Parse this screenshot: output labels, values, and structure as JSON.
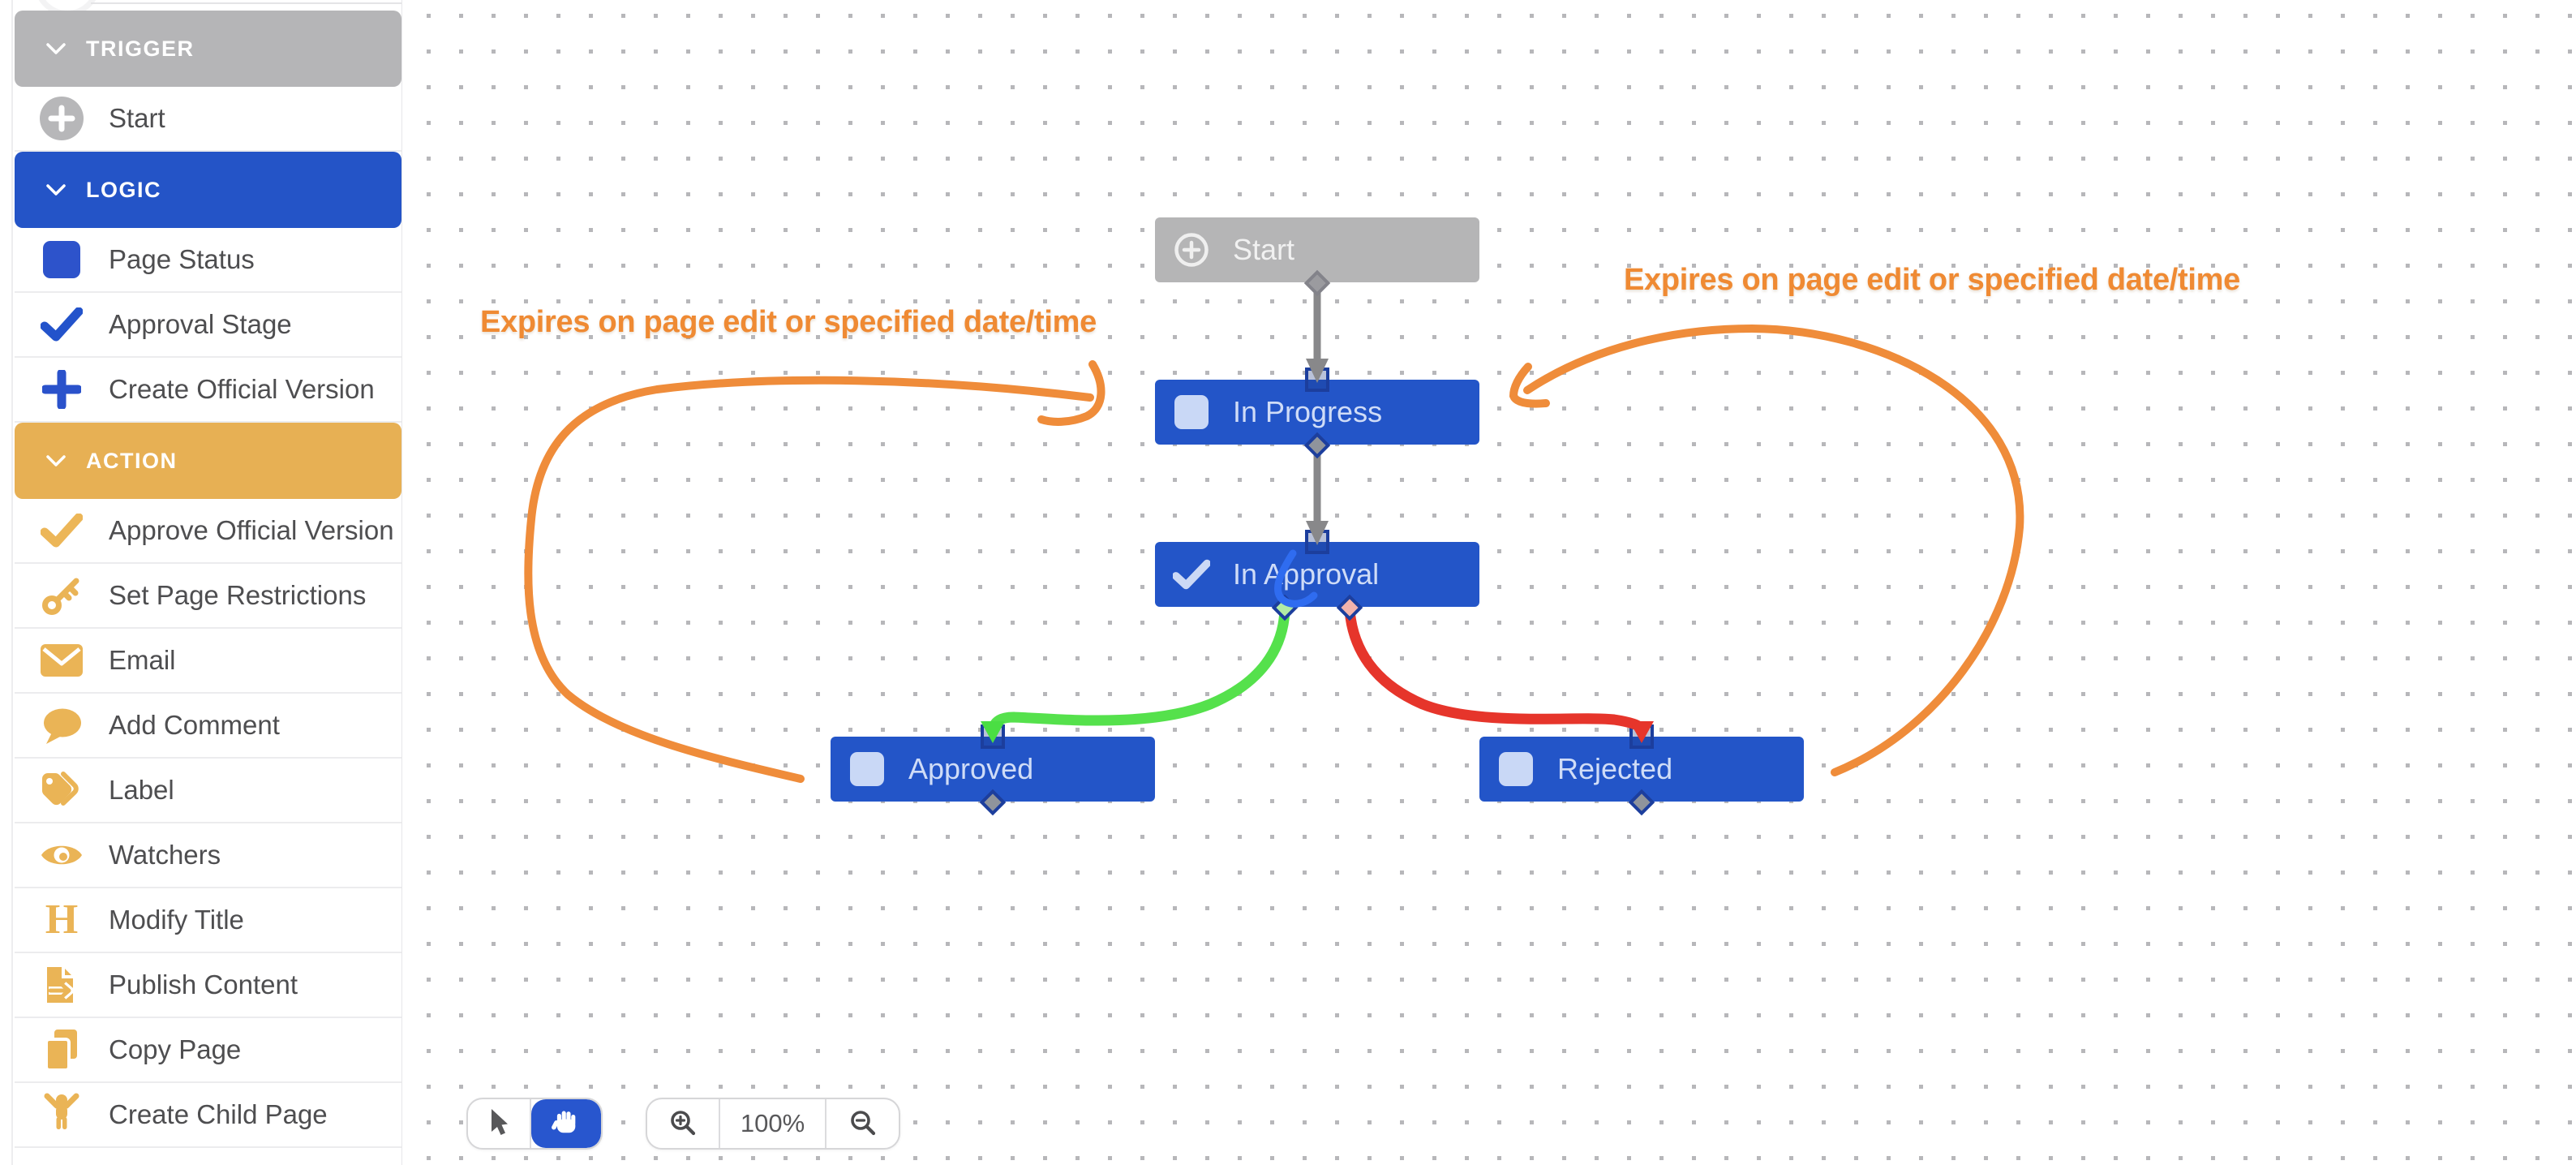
{
  "sidebar": {
    "sections": [
      {
        "label": "TRIGGER",
        "color": "#b5b5b7",
        "items": [
          {
            "label": "Start",
            "icon": "plus-circle-icon"
          }
        ]
      },
      {
        "label": "LOGIC",
        "color": "#2454c7",
        "items": [
          {
            "label": "Page Status",
            "icon": "status-square-icon"
          },
          {
            "label": "Approval Stage",
            "icon": "checkmark-icon"
          },
          {
            "label": "Create Official Version",
            "icon": "plus-icon"
          }
        ]
      },
      {
        "label": "ACTION",
        "color": "#e7b054",
        "items": [
          {
            "label": "Approve Official Version",
            "icon": "checkmark-icon"
          },
          {
            "label": "Set Page Restrictions",
            "icon": "key-icon"
          },
          {
            "label": "Email",
            "icon": "envelope-icon"
          },
          {
            "label": "Add Comment",
            "icon": "comment-icon"
          },
          {
            "label": "Label",
            "icon": "tag-icon"
          },
          {
            "label": "Watchers",
            "icon": "eye-icon"
          },
          {
            "label": "Modify Title",
            "icon": "heading-icon"
          },
          {
            "label": "Publish Content",
            "icon": "publish-icon"
          },
          {
            "label": "Copy Page",
            "icon": "copy-icon"
          },
          {
            "label": "Create Child Page",
            "icon": "child-icon"
          }
        ]
      }
    ]
  },
  "canvas": {
    "nodes": [
      {
        "id": "start",
        "label": "Start",
        "type": "trigger",
        "icon": "plus-circle-icon"
      },
      {
        "id": "in_progress",
        "label": "In Progress",
        "type": "status",
        "icon": "status-square-icon"
      },
      {
        "id": "in_approval",
        "label": "In Approval",
        "type": "approval",
        "icon": "checkmark-icon"
      },
      {
        "id": "approved",
        "label": "Approved",
        "type": "status",
        "icon": "status-square-icon"
      },
      {
        "id": "rejected",
        "label": "Rejected",
        "type": "status",
        "icon": "status-square-icon"
      }
    ],
    "edges": [
      {
        "from": "start",
        "to": "in_progress",
        "color": "#88888a"
      },
      {
        "from": "in_progress",
        "to": "in_approval",
        "color": "#88888a"
      },
      {
        "from": "in_approval",
        "to": "approved",
        "color": "#55e14c"
      },
      {
        "from": "in_approval",
        "to": "rejected",
        "color": "#e6352b"
      }
    ],
    "annotations": {
      "left": "Expires on page edit or specified date/time",
      "right": "Expires on page edit or specified date/time"
    }
  },
  "toolbar": {
    "zoom_level": "100%"
  },
  "colors": {
    "section_trigger_gray": "#b5b5b7",
    "section_logic_blue": "#2454c7",
    "section_action_orange": "#e7b054",
    "node_blue": "#2355c8",
    "node_gray": "#b5b5b6",
    "edge_green": "#55e14c",
    "edge_red": "#e6352b",
    "edge_gray": "#88888a",
    "annotation_orange": "#ef8a33",
    "scribble_blue": "#2f6cf0",
    "selected_tool_blue": "#2856ce"
  }
}
